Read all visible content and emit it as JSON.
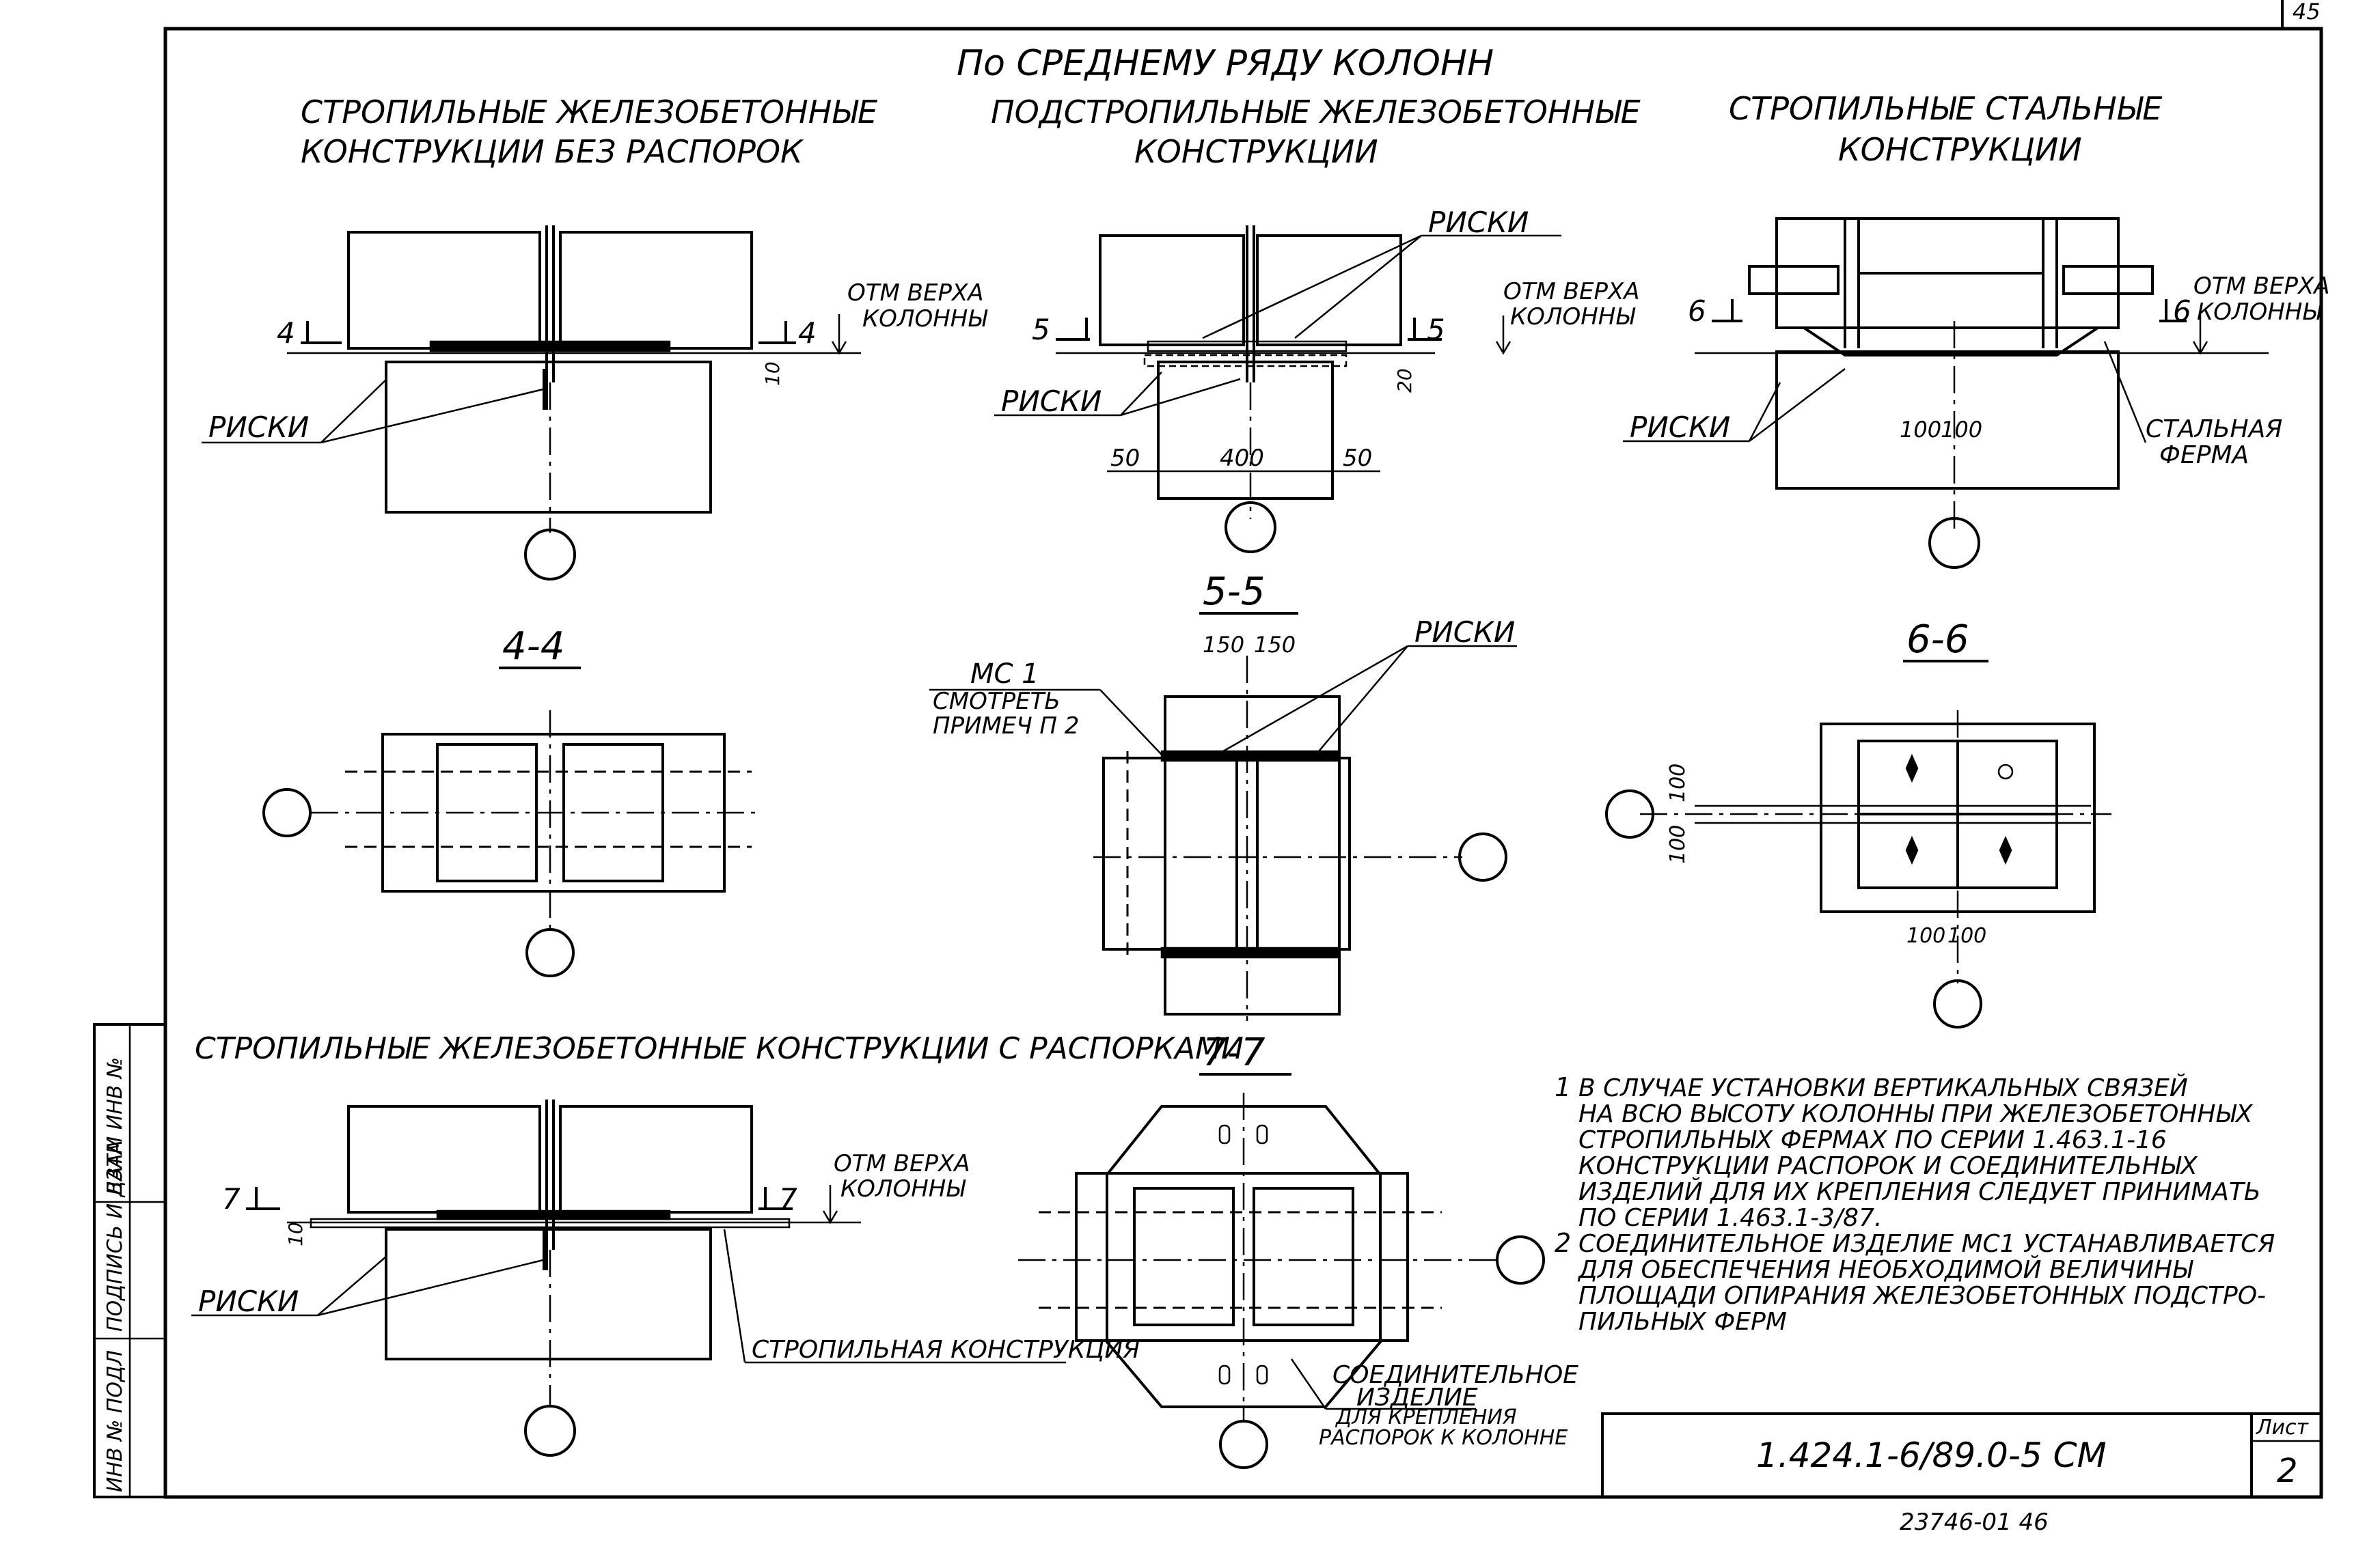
{
  "header": {
    "main_title": "По СРЕДНЕМУ РЯДУ КОЛОНН",
    "corner_number": "45"
  },
  "col1": {
    "title_line1": "СТРОПИЛЬНЫЕ ЖЕЛЕЗОБЕТОННЫЕ",
    "title_line2": "КОНСТРУКЦИИ БЕЗ РАСПОРОК"
  },
  "col2": {
    "title_line1": "ПОДСТРОПИЛЬНЫЕ ЖЕЛЕЗОБЕТОННЫЕ",
    "title_line2": "КОНСТРУКЦИИ"
  },
  "col3": {
    "title_line1": "СТРОПИЛЬНЫЕ СТАЛЬНЫЕ",
    "title_line2": "КОНСТРУКЦИИ"
  },
  "row3": {
    "title": "СТРОПИЛЬНЫЕ ЖЕЛЕЗОБЕТОННЫЕ КОНСТРУКЦИИ С РАСПОРКАМИ"
  },
  "labels": {
    "riski": "РИСКИ",
    "otm_line1": "ОТМ ВЕРХА",
    "otm_line2": "КОЛОННЫ",
    "steel_truss_line1": "СТАЛЬНАЯ",
    "steel_truss_line2": "ФЕРМА",
    "rafter_construction": "СТРОПИЛЬНАЯ КОНСТРУКЦИЯ",
    "mc1": "МС 1",
    "see_note_line1": "СМОТРЕТЬ",
    "see_note_line2": "ПРИМЕЧ П 2",
    "connector_line1": "СОЕДИНИТЕЛЬНОЕ",
    "connector_line2": "ИЗДЕЛИЕ",
    "connector_line3": "ДЛЯ КРЕПЛЕНИЯ",
    "connector_line4": "РАСПОРОК К КОЛОННЕ"
  },
  "sections": {
    "s4": "4-4",
    "s5": "5-5",
    "s6": "6-6",
    "s7": "7-7",
    "m4": "4",
    "m5": "5",
    "m6": "6",
    "m7": "7"
  },
  "dims": {
    "d10": "10",
    "d20": "20",
    "d50": "50",
    "d400": "400",
    "d100": "100",
    "d150": "150"
  },
  "notes": [
    {
      "num": "1",
      "lines": [
        "В СЛУЧАЕ УСТАНОВКИ ВЕРТИКАЛЬНЫХ СВЯЗЕЙ",
        "НА ВСЮ ВЫСОТУ КОЛОННЫ ПРИ ЖЕЛЕЗОБЕТОННЫХ",
        "СТРОПИЛЬНЫХ ФЕРМАХ ПО СЕРИИ 1.463.1-16",
        "КОНСТРУКЦИИ РАСПОРОК И СОЕДИНИТЕЛЬНЫХ",
        "ИЗДЕЛИЙ ДЛЯ ИХ КРЕПЛЕНИЯ СЛЕДУЕТ ПРИНИМАТЬ",
        "ПО СЕРИИ 1.463.1-3/87."
      ]
    },
    {
      "num": "2",
      "lines": [
        "СОЕДИНИТЕЛЬНОЕ ИЗДЕЛИЕ МС1 УСТАНАВЛИВАЕТСЯ",
        "ДЛЯ ОБЕСПЕЧЕНИЯ НЕОБХОДИМОЙ ВЕЛИЧИНЫ",
        "ПЛОЩАДИ ОПИРАНИЯ ЖЕЛЕЗОБЕТОННЫХ ПОДСТРО-",
        "ПИЛЬНЫХ ФЕРМ"
      ]
    }
  ],
  "stamp": {
    "code": "1.424.1-6/89.0-5 СМ",
    "sheet_label": "Лист",
    "sheet_number": "2",
    "archive_number": "23746-01 46"
  },
  "side_stamp": {
    "inv_podl": "ИНВ № ПОДЛ",
    "sign_date": "ПОДПИСЬ И ДАТА",
    "vzam_inv": "ВЗАМ ИНВ №"
  }
}
